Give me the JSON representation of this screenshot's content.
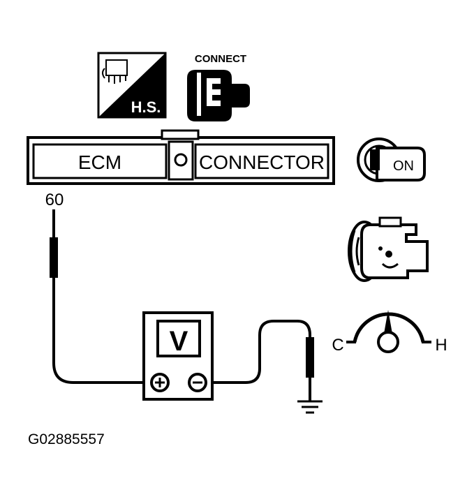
{
  "icons": {
    "hs_label": "H.S.",
    "connect_label": "CONNECT",
    "ignition_label": "ON"
  },
  "connector": {
    "left_label": "ECM",
    "right_label": "CONNECTOR",
    "pin": "60"
  },
  "meter": {
    "label": "V",
    "plus_symbol": "+",
    "minus_symbol": "−"
  },
  "gauge": {
    "cold_label": "C",
    "hot_label": "H"
  },
  "figure_id": "G02885557"
}
